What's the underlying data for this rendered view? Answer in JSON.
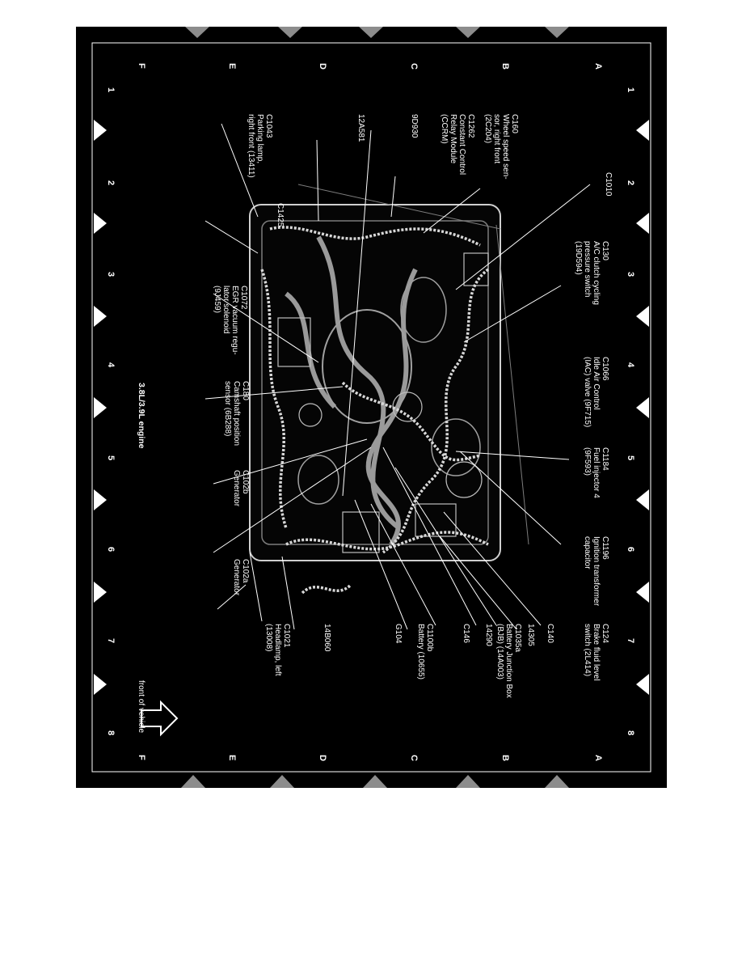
{
  "diagram": {
    "title": "3.8L/3.9L engine",
    "orientation_note": "front of vehicle",
    "grid": {
      "columns": [
        "1",
        "2",
        "3",
        "4",
        "5",
        "6",
        "7",
        "8"
      ],
      "rows": [
        "A",
        "B",
        "C",
        "D",
        "E",
        "F"
      ]
    },
    "callouts": [
      {
        "id": "C160",
        "lines": [
          "C160",
          "Wheel speed sen-",
          "sor, right front",
          "(2C204)"
        ]
      },
      {
        "id": "C1010",
        "lines": [
          "C1010"
        ]
      },
      {
        "id": "C130",
        "lines": [
          "C130",
          "A/C clutch cycling",
          "pressure switch",
          "(19D594)"
        ]
      },
      {
        "id": "C1066",
        "lines": [
          "C1066",
          "Idle Air Control",
          "(IAC) valve (9F715)"
        ]
      },
      {
        "id": "C1184",
        "lines": [
          "C1184",
          "Fuel injector 4",
          "(9F593)"
        ]
      },
      {
        "id": "C1196",
        "lines": [
          "C1196",
          "Ignition transformer",
          "capacitor"
        ]
      },
      {
        "id": "C124",
        "lines": [
          "C124",
          "Brake fluid level",
          "switch (2L414)"
        ]
      },
      {
        "id": "C140",
        "lines": [
          "C140"
        ]
      },
      {
        "id": "14305",
        "lines": [
          "14305"
        ]
      },
      {
        "id": "C1035a",
        "lines": [
          "C1035a",
          "Battery Junction Box",
          "(BJB) (14A003)"
        ]
      },
      {
        "id": "C1262",
        "lines": [
          "C1262",
          "Constant Control",
          "Relay Module",
          "(CCRM)"
        ]
      },
      {
        "id": "14290",
        "lines": [
          "14290"
        ]
      },
      {
        "id": "C146",
        "lines": [
          "C146"
        ]
      },
      {
        "id": "9D930",
        "lines": [
          "9D930"
        ]
      },
      {
        "id": "C1100b",
        "lines": [
          "C1100b",
          "Battery (10655)"
        ]
      },
      {
        "id": "12A581",
        "lines": [
          "12A581"
        ]
      },
      {
        "id": "G104",
        "lines": [
          "G104"
        ]
      },
      {
        "id": "C1043",
        "lines": [
          "C1043",
          "Parking lamp,",
          "right front (13411)"
        ]
      },
      {
        "id": "C1425",
        "lines": [
          "C1425"
        ]
      },
      {
        "id": "C1072",
        "lines": [
          "C1072",
          "EGR vacuum regu-",
          "lator solenoid",
          "(9J459)"
        ]
      },
      {
        "id": "C180",
        "lines": [
          "C180",
          "Camshaft position",
          "sensor (6B288)"
        ]
      },
      {
        "id": "C102b",
        "lines": [
          "C102b",
          "Generator"
        ]
      },
      {
        "id": "C102a",
        "lines": [
          "C102a",
          "Generator"
        ]
      },
      {
        "id": "14B060",
        "lines": [
          "14B060"
        ]
      },
      {
        "id": "C1021",
        "lines": [
          "C1021",
          "Headlamp, left",
          "(13008)"
        ]
      }
    ]
  }
}
